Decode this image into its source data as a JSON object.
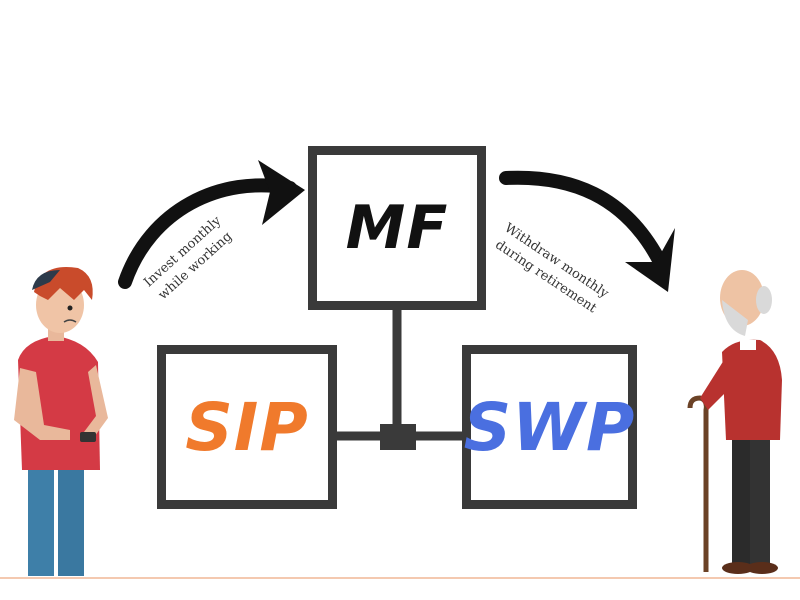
{
  "diagram": {
    "center_box": {
      "label": "MF",
      "color": "#111111"
    },
    "left_box": {
      "label": "SIP",
      "color": "#f07a2c"
    },
    "right_box": {
      "label": "SWP",
      "color": "#4a6fe0"
    },
    "left_caption": {
      "line1": "Invest monthly",
      "line2": "while working"
    },
    "right_caption": {
      "line1": "Withdraw monthly",
      "line2": "during retirement"
    }
  },
  "colors": {
    "frame": "#3a3a3a",
    "arrow": "#111111",
    "ground": "#f4c9b0"
  }
}
